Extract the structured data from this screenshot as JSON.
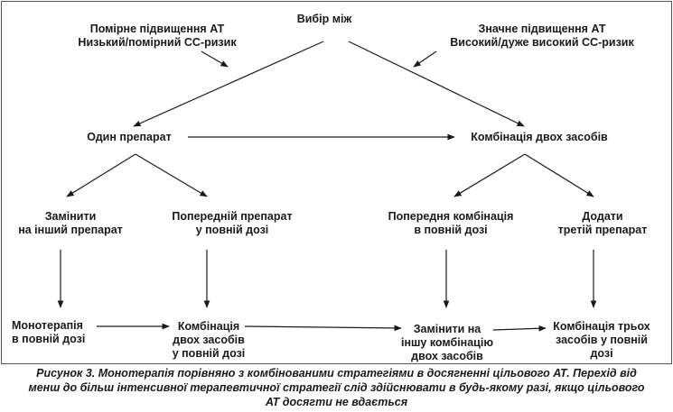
{
  "nodes": {
    "choose": [
      "Вибір між"
    ],
    "mild": [
      "Помірне підвищення АТ",
      "Низький/помірний СС-ризик"
    ],
    "severe": [
      "Значне підвищення АТ",
      "Високий/дуже високий СС-ризик"
    ],
    "single": [
      "Один препарат"
    ],
    "combo2": [
      "Комбінація двох засобів"
    ],
    "switch_drug": [
      "Замінити",
      "на інший препарат"
    ],
    "prev_drug_full": [
      "Попередній препарат",
      "у повній дозі"
    ],
    "prev_combo_full": [
      "Попередня комбінація",
      "в повній дозі"
    ],
    "add_third": [
      "Додати",
      "третій препарат"
    ],
    "mono_full": [
      "Монотерапія",
      "в повній дозі"
    ],
    "combo2_full": [
      "Комбінація",
      "двох засобів",
      "у повній дозі"
    ],
    "switch_combo": [
      "Замінити на",
      "іншу комбінацію",
      "двох засобів"
    ],
    "combo3_full": [
      "Комбінація трьох",
      "засобів у повній",
      "дозі"
    ]
  },
  "caption": [
    "Рисунок 3. Монотерапія порівняно з комбінованими стратегіями в досягненні цільового АТ. Перехід від",
    "менш до більш інтенсивної терапевтичної стратегії слід здійснювати в будь-якому разі, якщо цільового",
    "АТ досягти не вдається"
  ],
  "colors": {
    "ink": "#1a1a1a",
    "frame": "#555555"
  }
}
